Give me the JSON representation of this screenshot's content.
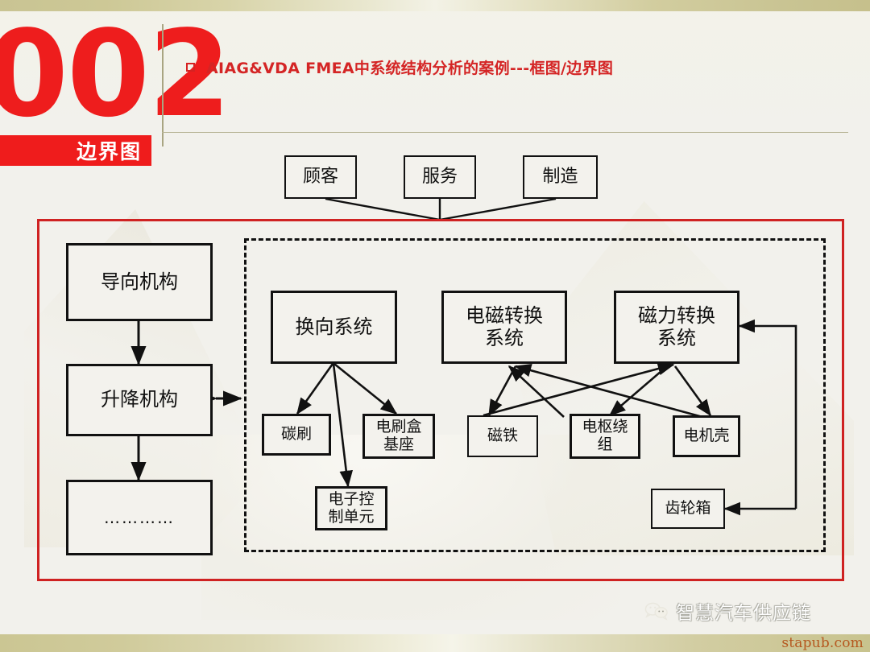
{
  "header": {
    "number": "002",
    "badge_label": "边界图",
    "bullet_icon": "square-outline-icon",
    "title": "AIAG&VDA FMEA中系统结构分析的案例---框图/边界图",
    "accent_color": "#ee1d1d",
    "rule_color": "#b8b496"
  },
  "diagram": {
    "frame_color": "#cf2222",
    "dashed_color": "#111111",
    "external_nodes": [
      {
        "id": "customer",
        "label": "顾客"
      },
      {
        "id": "service",
        "label": "服务"
      },
      {
        "id": "manufacturing",
        "label": "制造"
      }
    ],
    "left_nodes": [
      {
        "id": "guide-mechanism",
        "label": "导向机构"
      },
      {
        "id": "lift-mechanism",
        "label": "升降机构"
      },
      {
        "id": "etc",
        "label": "…………"
      }
    ],
    "system_nodes": [
      {
        "id": "commutation-system",
        "label": "换向系统"
      },
      {
        "id": "electromagnetic-conversion-system",
        "label": "电磁转换系统"
      },
      {
        "id": "magnetic-conversion-system",
        "label": "磁力转换系统"
      }
    ],
    "component_nodes": [
      {
        "id": "carbon-brush",
        "label": "碳刷"
      },
      {
        "id": "brush-holder-base",
        "label": "电刷盒基座"
      },
      {
        "id": "magnet",
        "label": "磁铁"
      },
      {
        "id": "armature-winding",
        "label": "电枢绕组"
      },
      {
        "id": "motor-housing",
        "label": "电机壳"
      },
      {
        "id": "electronic-control-unit",
        "label": "电子控制单元"
      },
      {
        "id": "gearbox",
        "label": "齿轮箱"
      }
    ]
  },
  "footer": {
    "watermark_icon": "wechat-icon",
    "watermark_text": "智慧汽车供应链",
    "site": "stapub.com",
    "site_color": "#b5581f"
  }
}
